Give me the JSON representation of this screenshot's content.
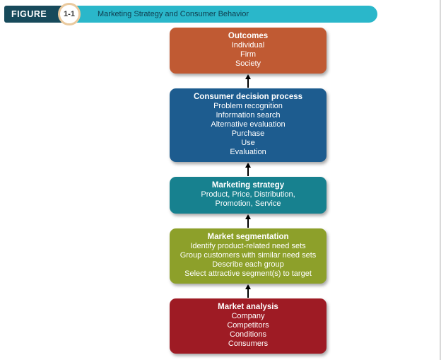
{
  "header": {
    "figure_label": "FIGURE",
    "figure_number": "1-1",
    "title": "Marketing Strategy and Consumer Behavior",
    "bar_color": "#2ab7ca",
    "label_bg_color": "#174a5b",
    "badge_ring_color": "#eac99d"
  },
  "diagram": {
    "flow_direction": "bottom-to-top",
    "boxes": [
      {
        "id": "outcomes",
        "title": "Outcomes",
        "lines": [
          "Individual",
          "Firm",
          "Society"
        ],
        "color": "#c05a33"
      },
      {
        "id": "consumer-decision-process",
        "title": "Consumer decision process",
        "lines": [
          "Problem recognition",
          "Information search",
          "Alternative evaluation",
          "Purchase",
          "Use",
          "Evaluation"
        ],
        "color": "#1d5c8f"
      },
      {
        "id": "marketing-strategy",
        "title": "Marketing strategy",
        "lines": [
          "Product, Price, Distribution,",
          "Promotion, Service"
        ],
        "color": "#17818f"
      },
      {
        "id": "market-segmentation",
        "title": "Market segmentation",
        "lines": [
          "Identify product-related need sets",
          "Group customers with similar need sets",
          "Describe each group",
          "Select attractive segment(s) to target"
        ],
        "color": "#8da02a"
      },
      {
        "id": "market-analysis",
        "title": "Market analysis",
        "lines": [
          "Company",
          "Competitors",
          "Conditions",
          "Consumers"
        ],
        "color": "#9e1b24"
      }
    ]
  }
}
